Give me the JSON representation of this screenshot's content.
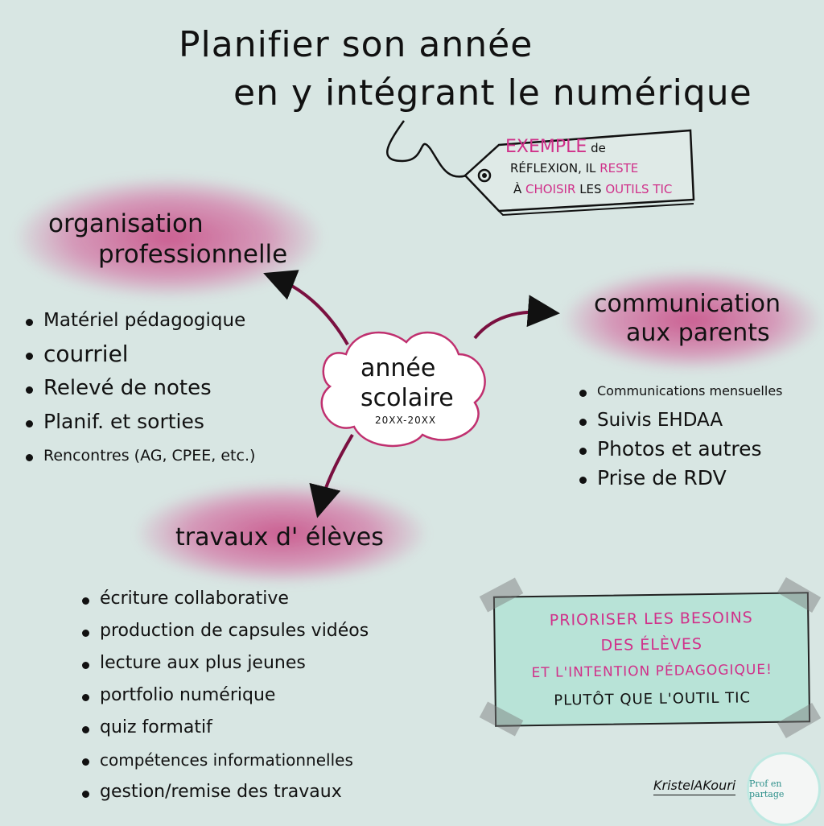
{
  "title": {
    "line1": "Planifier son année",
    "line2": "en y intégrant le numérique"
  },
  "tag": {
    "word_exemple": "EXEMPLE",
    "word_de": "de",
    "word_reflexion": "réflexion, il",
    "word_reste": "reste",
    "word_a": "à",
    "word_choisir": "choisir",
    "word_les": "les",
    "word_outils": "outils TIC"
  },
  "center": {
    "line1": "année",
    "line2": "scolaire",
    "years": "20XX-20XX"
  },
  "nodes": {
    "organisation": {
      "heading_line1": "organisation",
      "heading_line2": "professionnelle",
      "items": [
        "Matériel pédagogique",
        "courriel",
        "Relevé de notes",
        "Planif. et sorties",
        "Rencontres (AG, CPEE, etc.)"
      ]
    },
    "communication": {
      "heading_line1": "communication",
      "heading_line2": "aux parents",
      "items": [
        "Communications mensuelles",
        "Suivis EHDAA",
        "Photos et autres",
        "Prise de RDV"
      ]
    },
    "travaux": {
      "heading": "travaux d' élèves",
      "items": [
        "écriture collaborative",
        "production de capsules vidéos",
        "lecture aux plus jeunes",
        "portfolio numérique",
        "quiz formatif",
        "compétences informationnelles",
        "gestion/remise des travaux"
      ]
    }
  },
  "note": {
    "line1": "PRIORISER LES BESOINS",
    "line2": "DES ÉLÈVES",
    "line3": "ET L'INTENTION PÉDAGOGIQUE!",
    "line4": "PLUTÔT QUE L'OUTIL TIC"
  },
  "signature": "KristelAKouri",
  "logo": "Prof en partage",
  "colors": {
    "background": "#d8e6e3",
    "accent_pink": "#d0318a",
    "arrow": "#7a1040",
    "note_fill": "#b8e3d7"
  }
}
